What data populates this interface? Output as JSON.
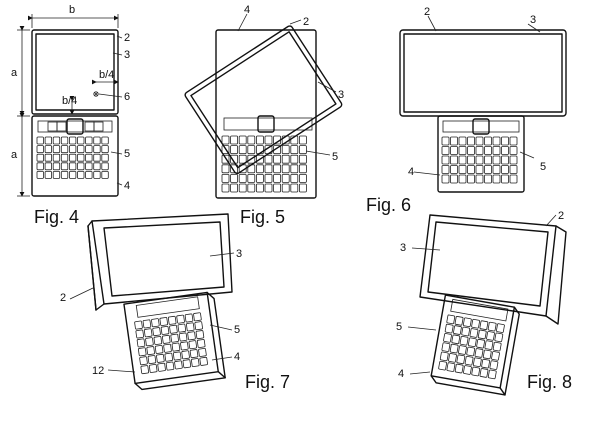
{
  "figures": [
    {
      "caption": "Fig. 4",
      "labels": {
        "b": "b",
        "a_top": "a",
        "a_bottom": "a",
        "b4_a": "b/4",
        "b4_b": "b/4",
        "r2": "2",
        "r3": "3",
        "r4": "4",
        "r5": "5",
        "r6": "6"
      }
    },
    {
      "caption": "Fig. 5",
      "labels": {
        "r2": "2",
        "r3": "3",
        "r4": "4",
        "r5": "5"
      }
    },
    {
      "caption": "Fig. 6",
      "labels": {
        "r2": "2",
        "r3": "3",
        "r4": "4",
        "r5": "5"
      }
    },
    {
      "caption": "Fig. 7",
      "labels": {
        "r2": "2",
        "r3": "3",
        "r4": "4",
        "r5": "5",
        "r12": "12"
      }
    },
    {
      "caption": "Fig. 8",
      "labels": {
        "r2": "2",
        "r3": "3",
        "r4": "4",
        "r5": "5"
      }
    }
  ]
}
